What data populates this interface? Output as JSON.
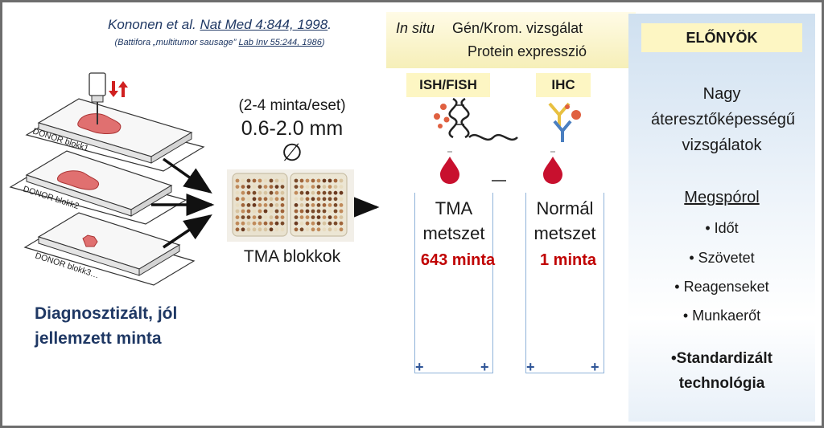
{
  "reference": {
    "author": "Kononen et al.",
    "journal": "Nat Med 4:844, 1998",
    "end": ".",
    "sub_prefix": "(Battifora „multitumor sausage” ",
    "sub_journal": "Lab Inv 55:244, 1986",
    "sub_suffix": ")"
  },
  "donor_blocks": [
    "DONOR blokk1",
    "DONOR blokk2",
    "DONOR blokk3…"
  ],
  "diagnosis_text": "Diagnosztizált, jól jellemzett minta",
  "core": {
    "count_label": "(2-4 minta/eset)",
    "size": "0.6-2.0 mm",
    "diameter_symbol": "∅"
  },
  "tma_blocks_label": "TMA blokkok",
  "methods": {
    "in_situ": "In situ",
    "gene_chrom": "Gén/Krom. vizsgálat",
    "protein": "Protein expresszió",
    "ish_label": "ISH/FISH",
    "ihc_label": "IHC"
  },
  "panels": {
    "tma_title": "TMA metszet",
    "tma_count": "643 minta",
    "normal_title": "Normál metszet",
    "normal_count": "1 minta"
  },
  "advantages": {
    "header": "ELŐNYÖK",
    "throughput": "Nagy áteresztőképességű vizsgálatok",
    "saves": "Megspórol",
    "items": [
      "• Időt",
      "• Szövetet",
      "• Reagenseket",
      "• Munkaerőt"
    ],
    "standard": "•Standardizált technológia"
  },
  "colors": {
    "title_blue": "#1f3864",
    "count_red": "#c00000",
    "label_yellow": "#fdf6c3",
    "panel_blue": "#cfe0f0",
    "tissue_pink": "#e07070",
    "arrow_red": "#d02020"
  }
}
